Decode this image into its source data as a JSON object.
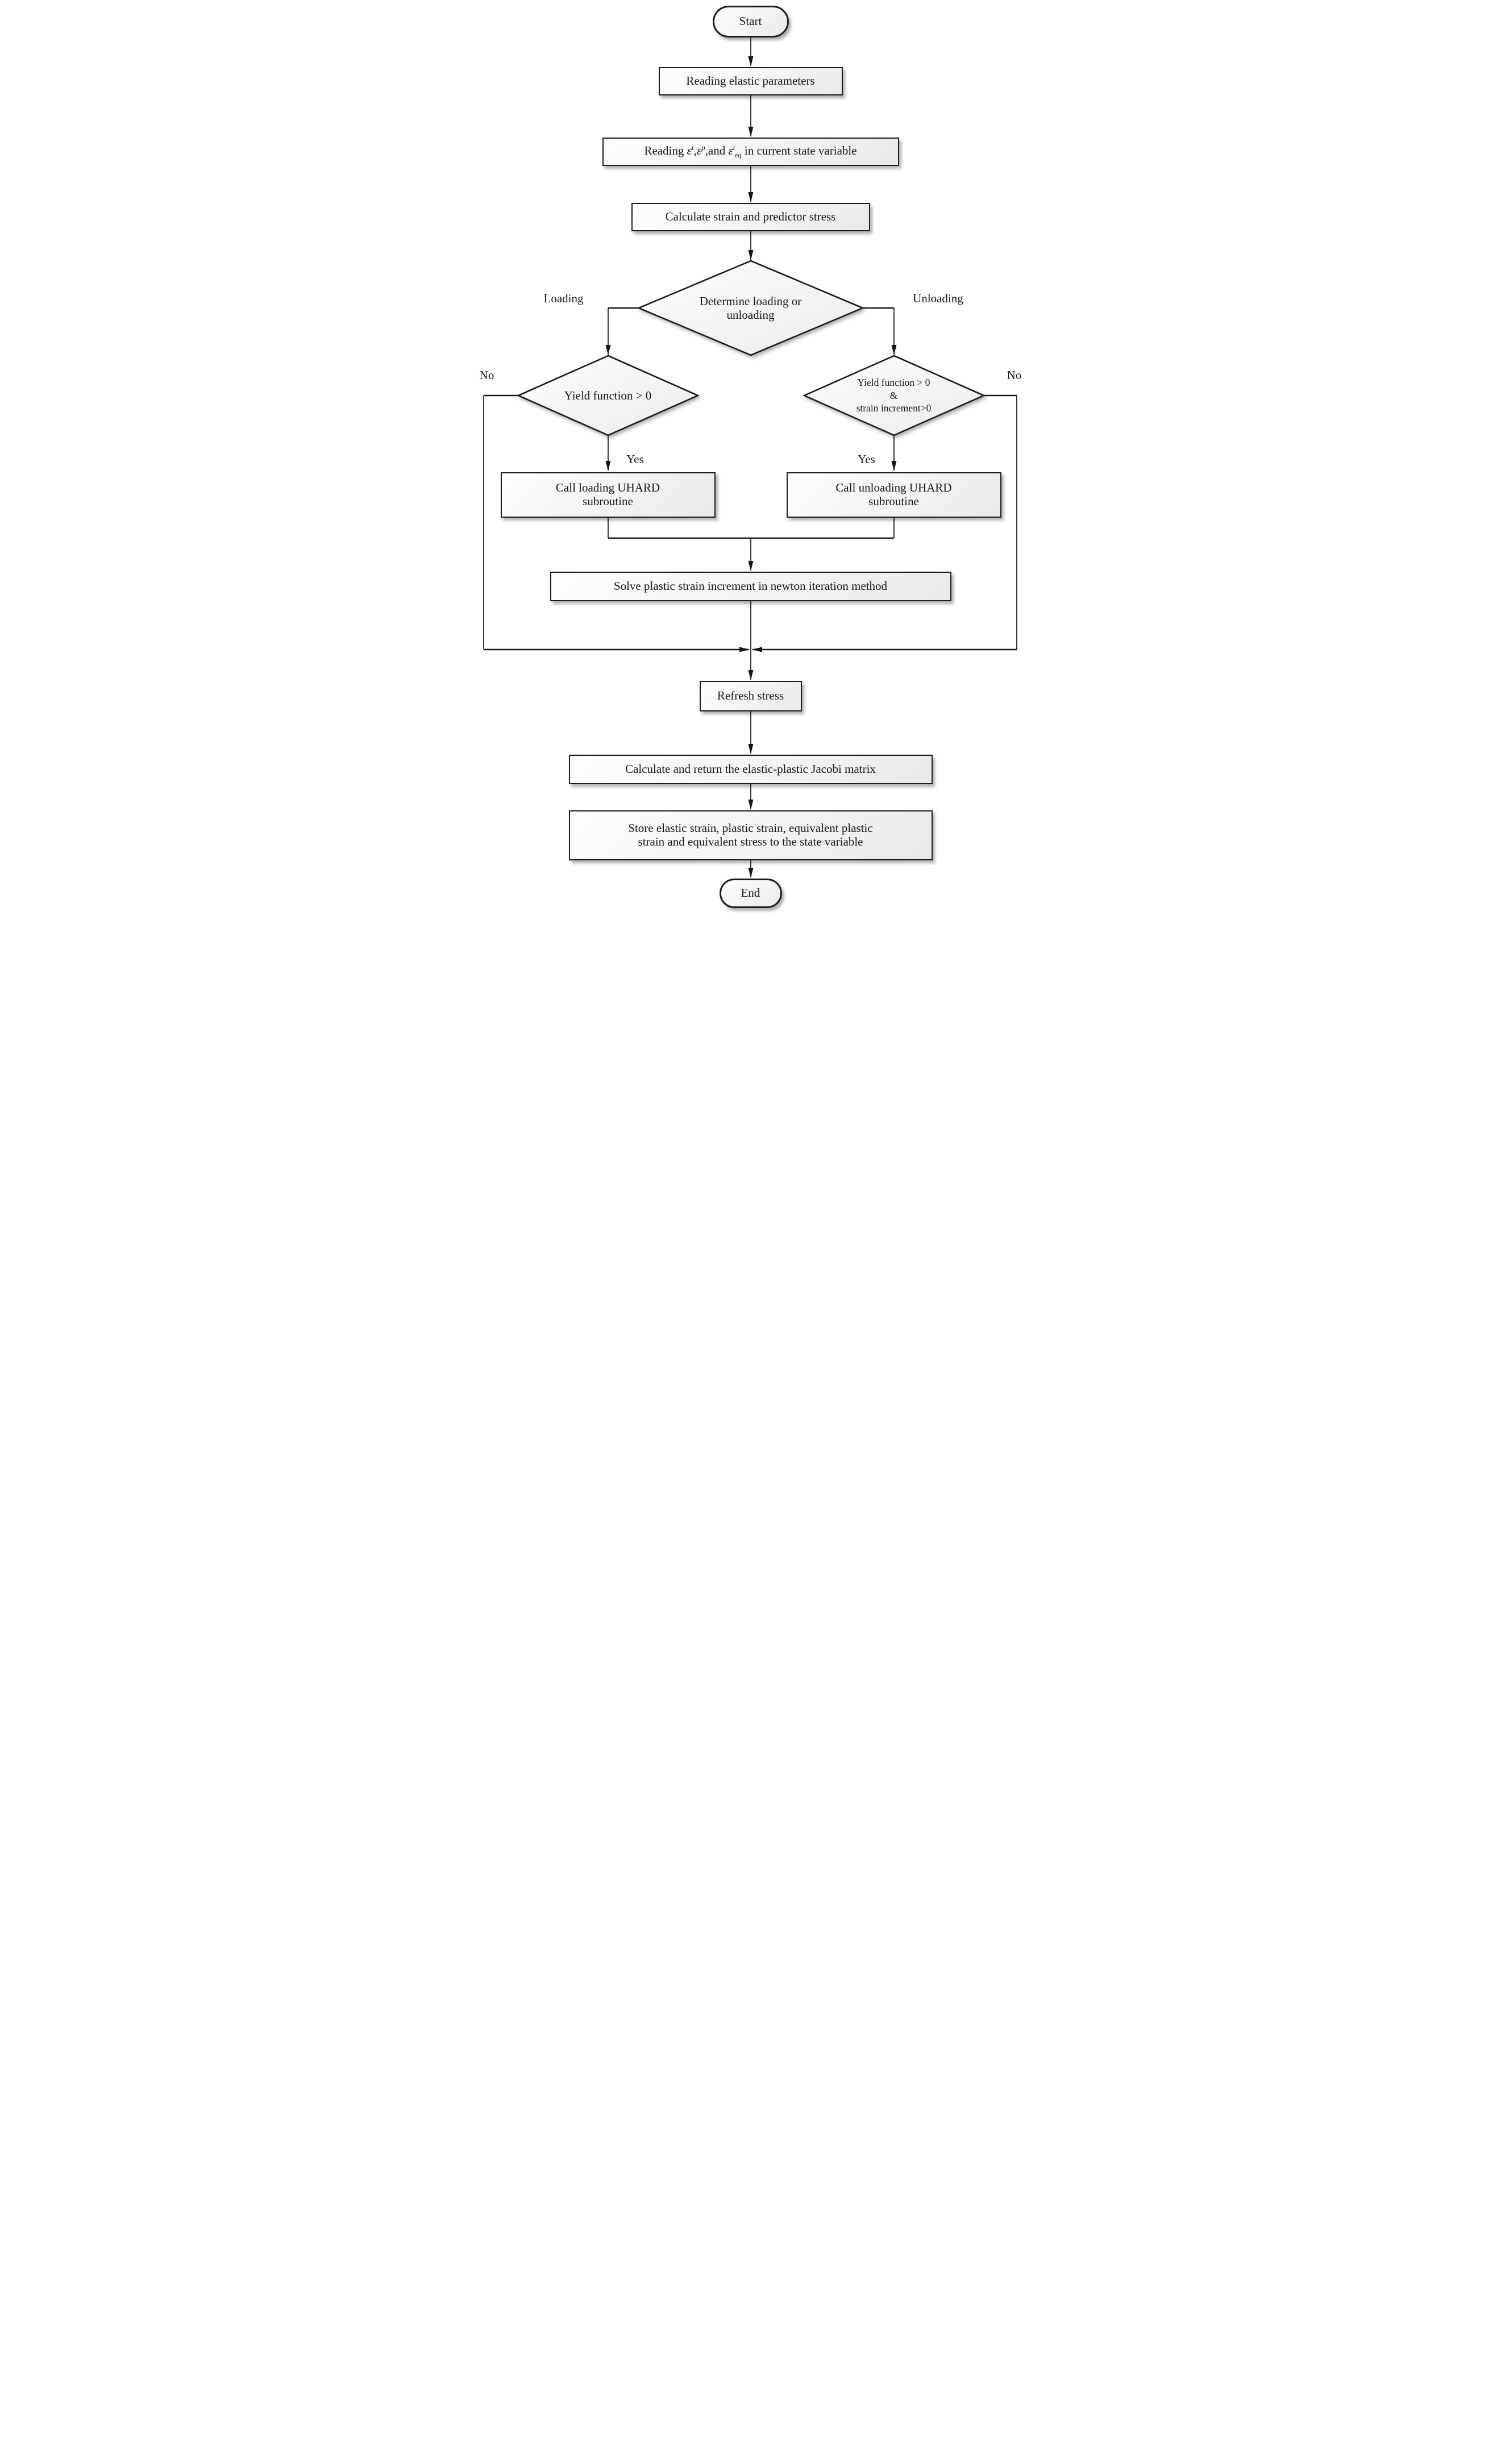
{
  "figure": {
    "type": "flowchart",
    "description": "UMAT/UHARD subroutine flow chart for loading-unloading elastic-plastic computation",
    "background": "#ffffff"
  },
  "palette": {
    "node_fill_top": "#fefefe",
    "node_fill_bottom": "#e9e9e9",
    "border": "#1c1c1c",
    "line": "#161616",
    "text": "#171717"
  },
  "nodes": {
    "start": {
      "label": "Start"
    },
    "read_elastic": {
      "label": "Reading elastic parameters"
    },
    "read_state": {
      "prefix": "Reading ",
      "eps1": "ε",
      "sup1": "t",
      "sep1": ",",
      "eps2": "ε",
      "sup2": "p",
      "sep2": ",and ",
      "eps3": "ε",
      "sup3": "t",
      "sub3": "eq",
      "suffix": " in current state variable"
    },
    "calc_strain": {
      "label": "Calculate strain and predictor stress"
    },
    "determine": {
      "line1": "Determine loading or",
      "line2": "unloading"
    },
    "yield_loading": {
      "label": "Yield function > 0"
    },
    "yield_unloading": {
      "line1": "Yield function > 0",
      "line2": "&",
      "line3": "strain increment>0"
    },
    "call_loading": {
      "line1": "Call loading UHARD",
      "line2": "subroutine"
    },
    "call_unloading": {
      "line1": "Call unloading UHARD",
      "line2": "subroutine"
    },
    "solve": {
      "label": "Solve plastic strain increment in newton iteration method"
    },
    "refresh": {
      "label": "Refresh stress"
    },
    "jacobi": {
      "label": "Calculate and return the elastic-plastic Jacobi matrix"
    },
    "store": {
      "line1": "Store elastic strain, plastic strain, equivalent plastic",
      "line2": "strain and equivalent stress to the state variable"
    },
    "end": {
      "label": "End"
    }
  },
  "edge_labels": {
    "loading": "Loading",
    "unloading": "Unloading",
    "yes_loading": "Yes",
    "yes_unloading": "Yes",
    "no_loading": "No",
    "no_unloading": "No"
  }
}
